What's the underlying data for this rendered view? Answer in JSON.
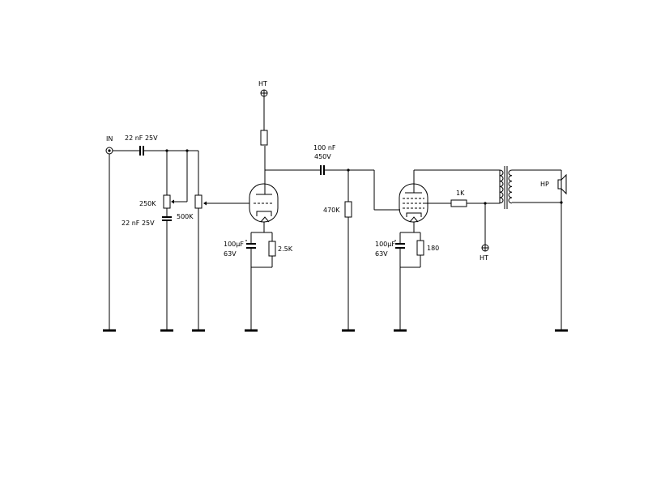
{
  "labels": {
    "input": "IN",
    "c_in": "22 nF 25V",
    "tone_pot": "250K",
    "tone_cap": "22 nF 25V",
    "volume_pot": "500K",
    "ht_top": "HT",
    "c_coupling_value": "100 nF",
    "c_coupling_voltage": "450V",
    "grid_resistor": "470K",
    "c_cathode1_value": "100µF",
    "c_cathode1_voltage": "63V",
    "r_cathode1": "2.5K",
    "c_cathode2_value": "100µF",
    "c_cathode2_voltage": "63V",
    "r_cathode2": "180",
    "r_screen": "1K",
    "ht_right": "HT",
    "speaker": "HP"
  },
  "components": [
    {
      "name": "input-jack",
      "type": "connector"
    },
    {
      "name": "input-capacitor",
      "type": "capacitor"
    },
    {
      "name": "tone-potentiometer",
      "type": "potentiometer"
    },
    {
      "name": "tone-capacitor",
      "type": "capacitor"
    },
    {
      "name": "volume-potentiometer",
      "type": "potentiometer"
    },
    {
      "name": "triode-tube",
      "type": "triode"
    },
    {
      "name": "plate-load-resistor",
      "type": "resistor"
    },
    {
      "name": "coupling-capacitor",
      "type": "capacitor"
    },
    {
      "name": "grid-resistor",
      "type": "resistor"
    },
    {
      "name": "cathode-capacitor-1",
      "type": "electrolytic-capacitor"
    },
    {
      "name": "cathode-resistor-1",
      "type": "resistor"
    },
    {
      "name": "pentode-tube",
      "type": "pentode"
    },
    {
      "name": "cathode-capacitor-2",
      "type": "electrolytic-capacitor"
    },
    {
      "name": "cathode-resistor-2",
      "type": "resistor"
    },
    {
      "name": "screen-resistor",
      "type": "resistor"
    },
    {
      "name": "output-transformer",
      "type": "transformer"
    },
    {
      "name": "loudspeaker",
      "type": "speaker"
    }
  ]
}
